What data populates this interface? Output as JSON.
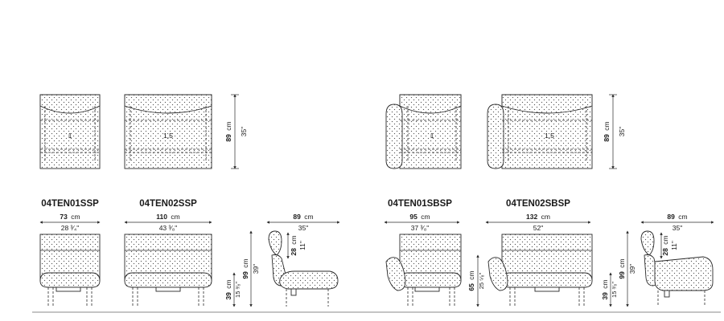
{
  "modules": [
    {
      "code": "04TEN01SSP",
      "seat_number": "1",
      "width_cm": "73",
      "width_unit": "cm",
      "width_in": "28 ³⁄₄\""
    },
    {
      "code": "04TEN02SSP",
      "seat_number": "1,5",
      "width_cm": "110",
      "width_unit": "cm",
      "width_in": "43 ³⁄₈\""
    },
    {
      "code": "04TEN01SBSP",
      "seat_number": "1",
      "width_cm": "95",
      "width_unit": "cm",
      "width_in": "37 ³⁄₈\""
    },
    {
      "code": "04TEN02SBSP",
      "seat_number": "1,5",
      "width_cm": "132",
      "width_unit": "cm",
      "width_in": "52\""
    }
  ],
  "group_a": {
    "plan_depth_cm": "89",
    "plan_depth_unit": "cm",
    "plan_depth_in": "35\"",
    "seat_height_cm": "39",
    "seat_height_unit": "cm",
    "seat_height_in": "15 ³⁄₈\"",
    "side_depth_cm": "89",
    "side_depth_unit": "cm",
    "side_depth_in": "35\"",
    "side_height_cm": "99",
    "side_height_unit": "cm",
    "side_height_in": "39\"",
    "headrest_cm": "28",
    "headrest_unit": "cm",
    "headrest_in": "11\""
  },
  "group_b": {
    "plan_depth_cm": "89",
    "plan_depth_unit": "cm",
    "plan_depth_in": "35\"",
    "arm_height_cm": "65",
    "arm_height_unit": "cm",
    "arm_height_in": "25 ⁵⁄₈\"",
    "seat_height_cm": "39",
    "seat_height_unit": "cm",
    "seat_height_in": "15 ³⁄₈\"",
    "side_depth_cm": "89",
    "side_depth_unit": "cm",
    "side_depth_in": "35\"",
    "side_height_cm": "99",
    "side_height_unit": "cm",
    "side_height_in": "39\"",
    "headrest_cm": "28",
    "headrest_unit": "cm",
    "headrest_in": "11\""
  }
}
